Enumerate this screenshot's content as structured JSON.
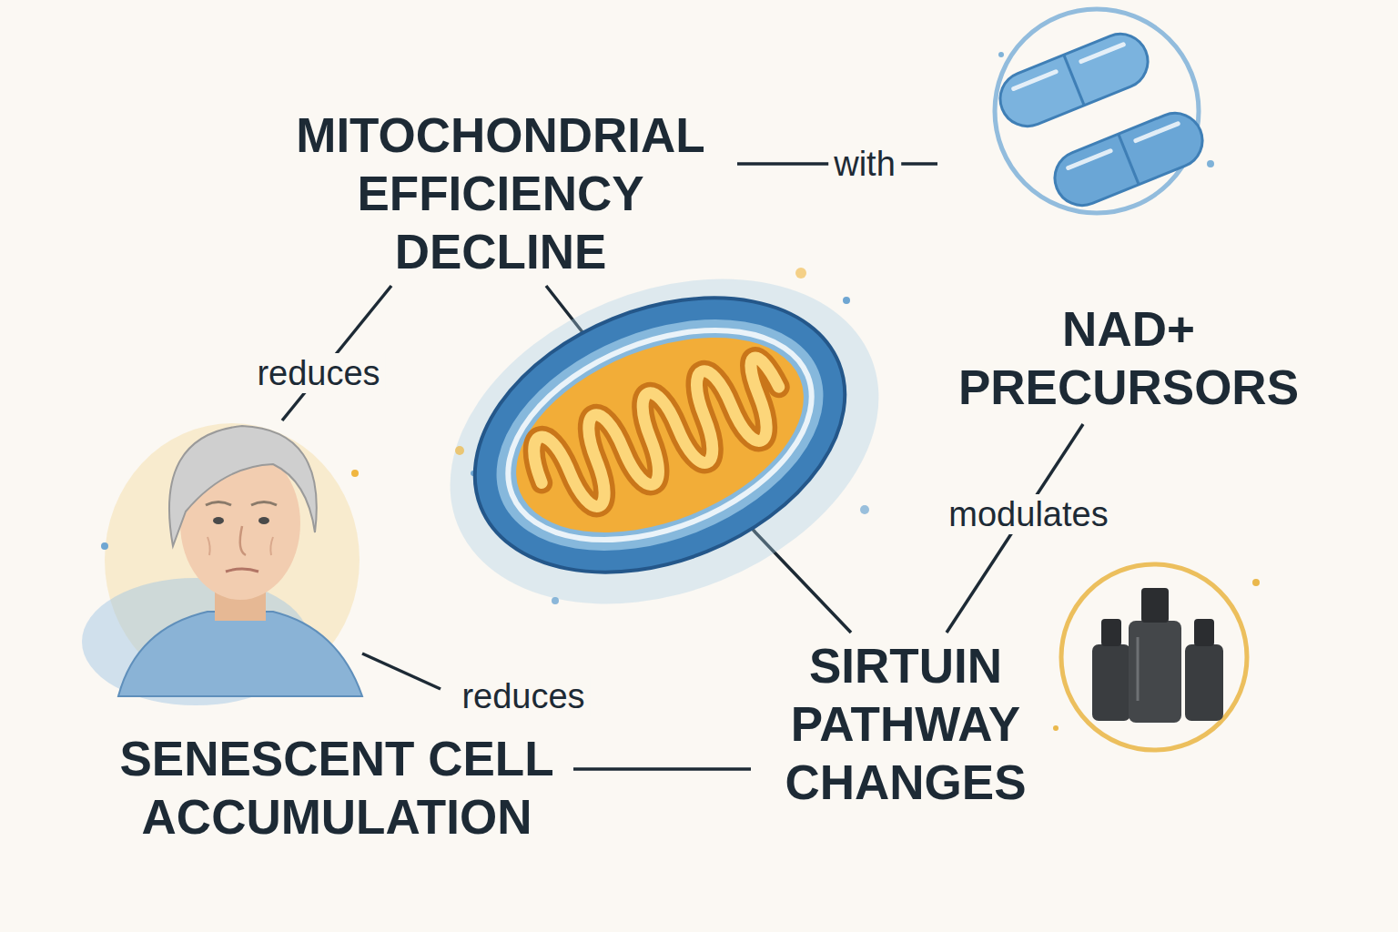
{
  "diagram": {
    "nodes": [
      {
        "text": [
          "MITOCHONDRIAL EFFICIENCY DECLINE"
        ]
      },
      {
        "text": [
          "NAD+ PRECURSORS"
        ]
      },
      {
        "text": [
          "SENESCENT CELL ACCUMULATION"
        ]
      },
      {
        "text": [
          "SIRTUIN PATHWAY CHANGES"
        ]
      }
    ],
    "edges": [
      {
        "from": 0,
        "to": 1,
        "label": "with",
        "arrow": "none"
      },
      {
        "from": 0,
        "to": 2,
        "label": "reduces",
        "arrow": "none"
      },
      {
        "from": 1,
        "to": 3,
        "label": "modulates",
        "arrow": "none"
      },
      {
        "from": 2,
        "to": 3,
        "arrow": "none"
      },
      {
        "from": 0,
        "to": 3,
        "arrow": "none"
      }
    ],
    "labels": [
      "reduces"
    ]
  }
}
